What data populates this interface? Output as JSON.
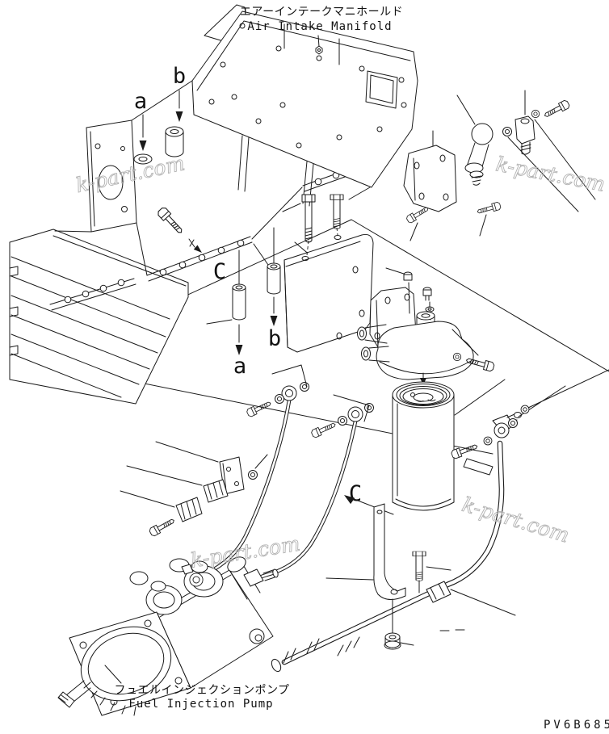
{
  "header": {
    "title_jp": "エアーインテークマニホールド",
    "title_en": "Air Intake Manifold"
  },
  "footer": {
    "label_jp": "フュエルインジェクションポンプ",
    "label_en": "Fuel Injection Pump"
  },
  "markers": {
    "a": "a",
    "b": "b",
    "c": "C"
  },
  "watermark": {
    "text": "k-part.com"
  },
  "drawing_number": "PV6B685",
  "colors": {
    "line": "#1a1a1a",
    "background": "#ffffff",
    "watermark": "#b2b2b2",
    "text": "#111111"
  }
}
